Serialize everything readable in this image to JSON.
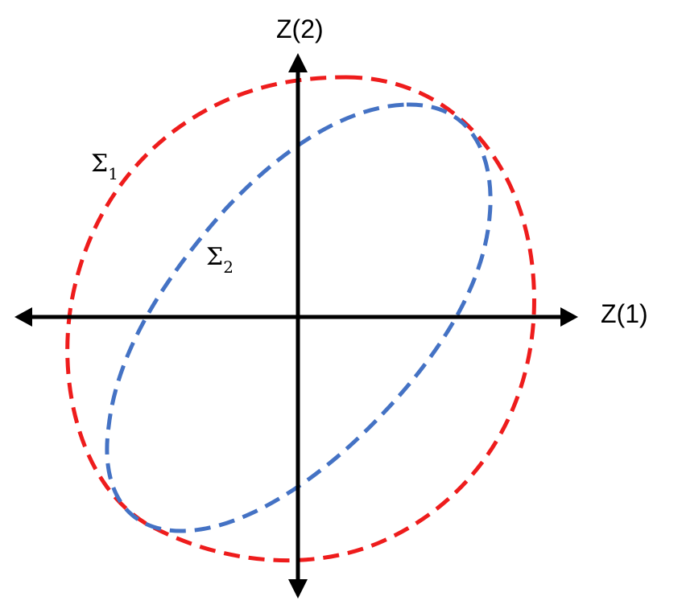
{
  "axes": {
    "x_label": "Z(1)",
    "y_label": "Z(2)"
  },
  "ellipses": [
    {
      "id": "sigma-1",
      "symbol": "Σ",
      "subscript": "1",
      "color": "#ee1c1c",
      "line_style": "dashed"
    },
    {
      "id": "sigma-2",
      "symbol": "Σ",
      "subscript": "2",
      "color": "#4472c4",
      "line_style": "dashed"
    }
  ],
  "colors": {
    "axis": "#000000",
    "background": "#ffffff"
  }
}
